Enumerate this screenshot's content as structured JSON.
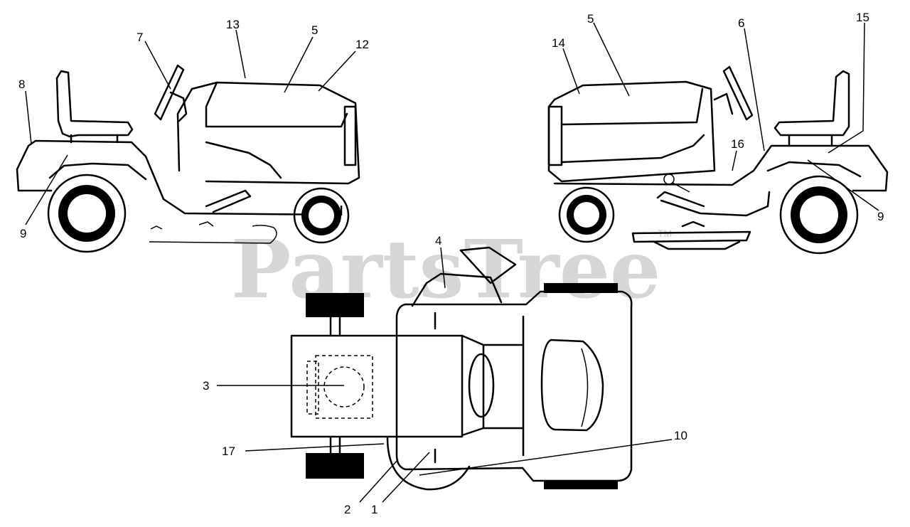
{
  "watermark": {
    "text": "PartsTree",
    "trademark": "TM"
  },
  "callouts": {
    "c1": "1",
    "c2": "2",
    "c3": "3",
    "c4": "4",
    "c5a": "5",
    "c5b": "5",
    "c6": "6",
    "c7": "7",
    "c8": "8",
    "c9a": "9",
    "c9b": "9",
    "c10": "10",
    "c12": "12",
    "c13": "13",
    "c14": "14",
    "c15": "15",
    "c16": "16",
    "c17": "17"
  }
}
